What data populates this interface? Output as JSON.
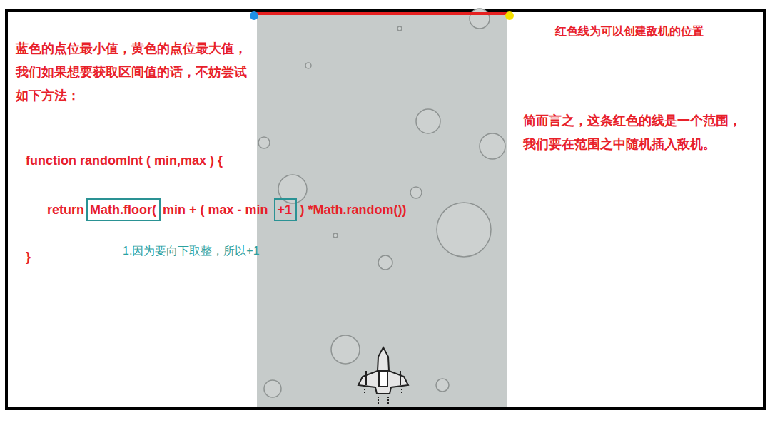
{
  "diagram": {
    "nodes": [
      {
        "text": [
          "Math.floor("
        ]
      },
      {
        "text": [
          "+1"
        ]
      }
    ],
    "labels": [
      "蓝色的点位最小值，黄色的点位最大值，我们如果想要获取区间值的话，不妨尝试如下方法：",
      "function randomInt ( min,max ) {",
      "return",
      "min + ( max - min",
      ") *Math.random())",
      "}",
      "1.因为要向下取整，所以+1",
      "红色线为可以创建敌机的位置",
      "简而言之，这条红色的线是一个范围，我们要在范围之中随机插入敌机。"
    ]
  }
}
